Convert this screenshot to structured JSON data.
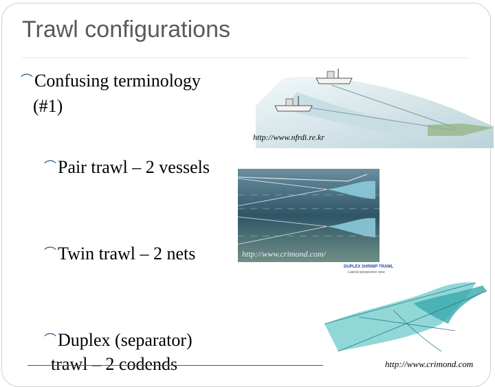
{
  "slide": {
    "title": "Trawl configurations",
    "bullets": [
      {
        "line1": "Confusing terminology",
        "line2": "(#1)"
      },
      {
        "text": "Pair trawl – 2 vessels"
      },
      {
        "text": "Twin trawl – 2 nets"
      },
      {
        "line1": "Duplex (separator)",
        "line2": "trawl – 2 codends"
      }
    ],
    "bullet_icon": "bullet-swoosh-icon",
    "accent_color": "#2e5d8a"
  },
  "images": {
    "pair_trawl": {
      "caption": "http://www.nfrdi.re.kr"
    },
    "twin_trawl": {
      "caption": "http://www.crimond.com/"
    },
    "duplex_trawl": {
      "heading": "DUPLEX SHRIMP TRAWL",
      "subheading": "Lateral perspective view",
      "caption": "http://www.crimond.com"
    }
  }
}
